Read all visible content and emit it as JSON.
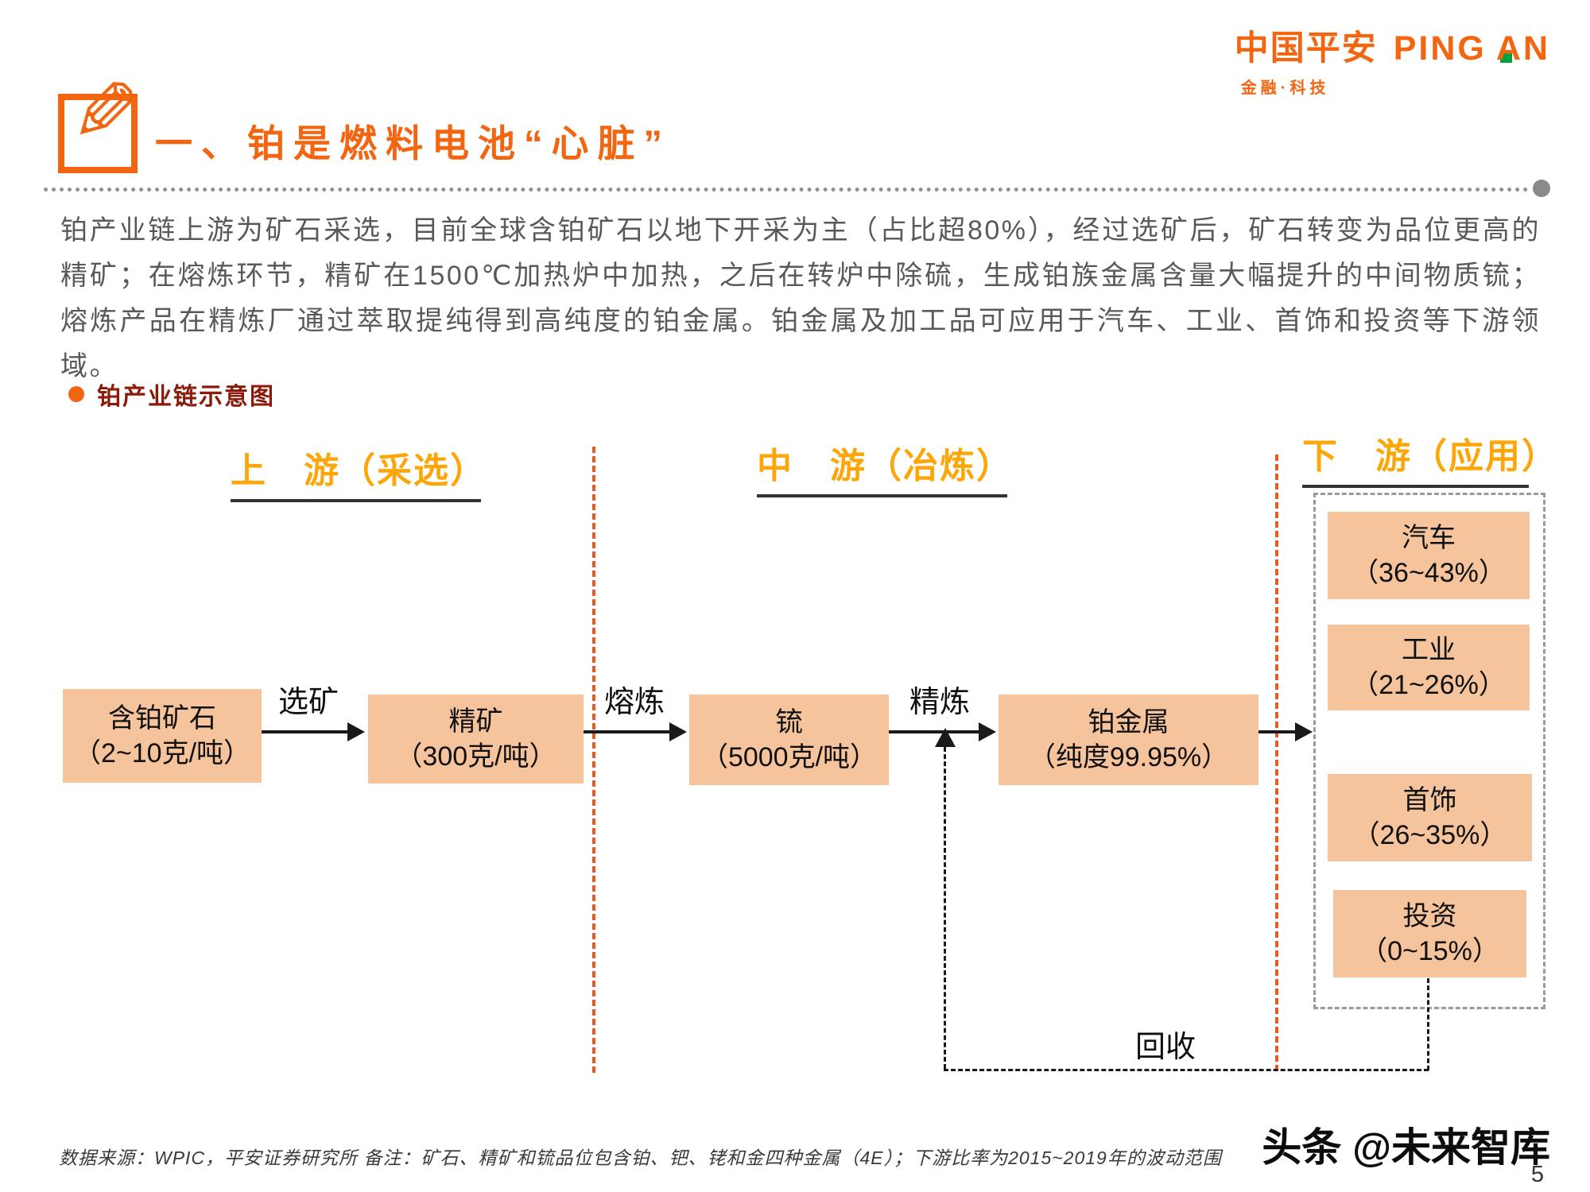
{
  "logo": {
    "cn": "中国平安",
    "en_ping": "PING",
    "en_a": "A",
    "en_n": "N",
    "subtitle": "金融·科技"
  },
  "header": {
    "title": "一、铂是燃料电池“心脏”"
  },
  "intro": {
    "paragraph": "铂产业链上游为矿石采选，目前全球含铂矿石以地下开采为主（占比超80%），经过选矿后，矿石转变为品位更高的精矿；在熔炼环节，精矿在1500℃加热炉中加热，之后在转炉中除硫，生成铂族金属含量大幅提升的中间物质锍；熔炼产品在精炼厂通过萃取提纯得到高纯度的铂金属。铂金属及加工品可应用于汽车、工业、首饰和投资等下游领域。"
  },
  "section": {
    "label": "铂产业链示意图"
  },
  "diagram": {
    "stages": [
      {
        "label": "上　游（采选）"
      },
      {
        "label": "中　游（冶炼）"
      },
      {
        "label": "下　游（应用）"
      }
    ],
    "flow": [
      {
        "name": "含铂矿石",
        "detail": "（2~10克/吨）"
      },
      {
        "name": "精矿",
        "detail": "（300克/吨）"
      },
      {
        "name": "锍",
        "detail": "（5000克/吨）"
      },
      {
        "name": "铂金属",
        "detail": "（纯度99.95%）"
      }
    ],
    "process_arrows": [
      "选矿",
      "熔炼",
      "精炼"
    ],
    "downstream": [
      {
        "name": "汽车",
        "detail": "（36~43%）"
      },
      {
        "name": "工业",
        "detail": "（21~26%）"
      },
      {
        "name": "首饰",
        "detail": "（26~35%）"
      },
      {
        "name": "投资",
        "detail": "（0~15%）"
      }
    ],
    "recycle_label": "回收"
  },
  "footer": {
    "source_note": "数据来源：WPIC，平安证券研究所 备注：矿石、精矿和锍品位包含铂、钯、铑和金四种金属（4E）；下游比率为2015~2019年的波动范围",
    "watermark": "头条 @未来智库",
    "page_number": "5"
  },
  "colors": {
    "accent_orange": "#F26511",
    "stage_amber": "#FCA60A",
    "box_peach": "#F5C49C",
    "body_gray": "#595959",
    "section_dark_red": "#8B1A0A",
    "logo_green": "#00A33E"
  }
}
